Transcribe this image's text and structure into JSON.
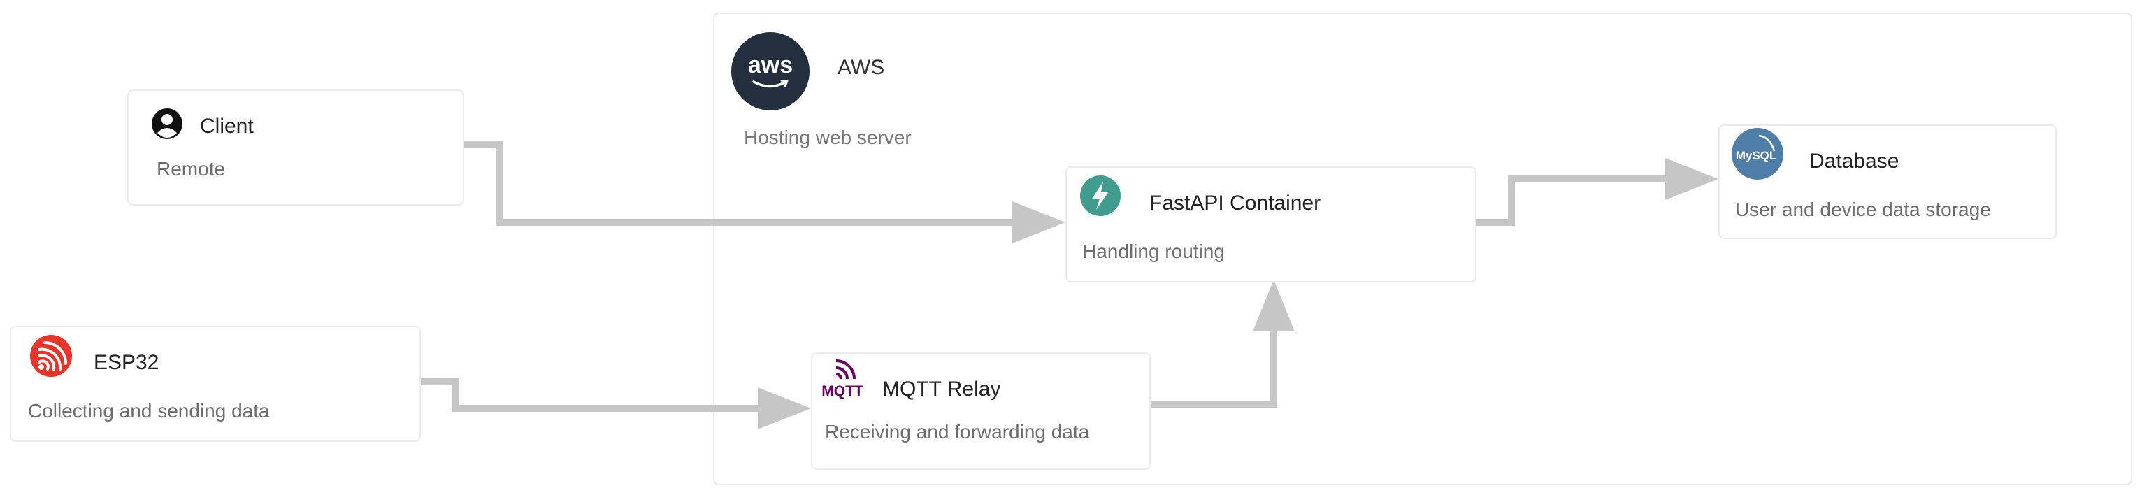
{
  "group": {
    "title": "AWS",
    "subtitle": "Hosting web server",
    "logo_text": "aws",
    "icon": "aws-logo-icon"
  },
  "nodes": {
    "client": {
      "title": "Client",
      "subtitle": "Remote",
      "icon": "user-avatar-icon"
    },
    "esp32": {
      "title": "ESP32",
      "subtitle": "Collecting and sending data",
      "icon": "espressif-logo-icon"
    },
    "fastapi": {
      "title": "FastAPI Container",
      "subtitle": "Handling routing",
      "icon": "fastapi-logo-icon"
    },
    "mqtt": {
      "title": "MQTT Relay",
      "subtitle": "Receiving and forwarding data",
      "icon": "mqtt-logo-icon",
      "logo_text": "MQTT"
    },
    "database": {
      "title": "Database",
      "subtitle": "User and device data storage",
      "icon": "mysql-logo-icon",
      "logo_text": "MySQL"
    }
  },
  "edges": [
    {
      "from": "Client",
      "to": "FastAPI Container"
    },
    {
      "from": "ESP32",
      "to": "MQTT Relay"
    },
    {
      "from": "MQTT Relay",
      "to": "FastAPI Container"
    },
    {
      "from": "FastAPI Container",
      "to": "Database"
    }
  ],
  "colors": {
    "connector": "#c6c6c6",
    "aws_dark": "#232f3e",
    "aws_orange": "#ff9900",
    "fastapi": "#3f9c8f",
    "esp32": "#e7352c",
    "mqtt": "#660066",
    "mysql": "#4f7ea8"
  }
}
